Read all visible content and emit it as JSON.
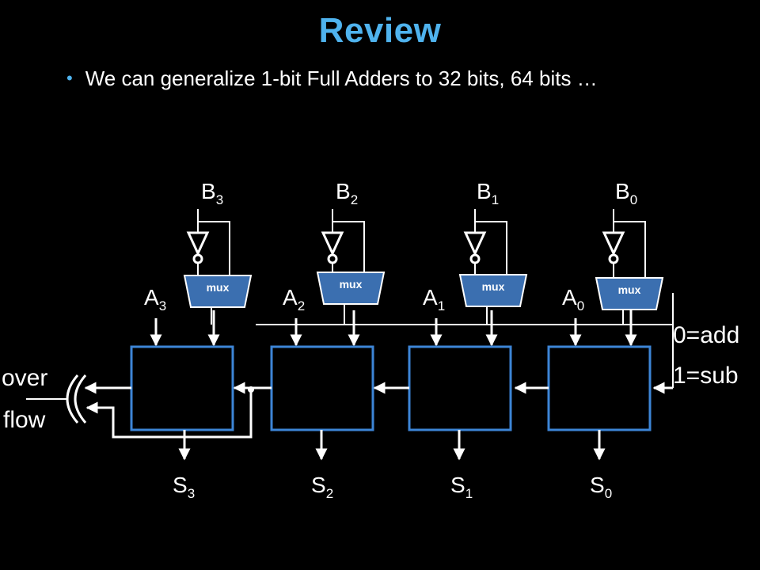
{
  "slide": {
    "title": "Review",
    "bullet": "We can generalize 1-bit Full Adders to 32 bits, 64 bits …"
  },
  "diagram": {
    "bits": [
      {
        "b_base": "B",
        "b_sub": "3",
        "a_base": "A",
        "a_sub": "3",
        "s_base": "S",
        "s_sub": "3",
        "mux": "mux"
      },
      {
        "b_base": "B",
        "b_sub": "2",
        "a_base": "A",
        "a_sub": "2",
        "s_base": "S",
        "s_sub": "2",
        "mux": "mux"
      },
      {
        "b_base": "B",
        "b_sub": "1",
        "a_base": "A",
        "a_sub": "1",
        "s_base": "S",
        "s_sub": "1",
        "mux": "mux"
      },
      {
        "b_base": "B",
        "b_sub": "0",
        "a_base": "A",
        "a_sub": "0",
        "s_base": "S",
        "s_sub": "0",
        "mux": "mux"
      }
    ],
    "control_add": "0=add",
    "control_sub": "1=sub",
    "overflow_line1": "over",
    "overflow_line2": "flow"
  },
  "colors": {
    "title": "#4fb3ee",
    "adder_border": "#3d85d6",
    "wire": "#ffffff",
    "background": "#000000"
  }
}
